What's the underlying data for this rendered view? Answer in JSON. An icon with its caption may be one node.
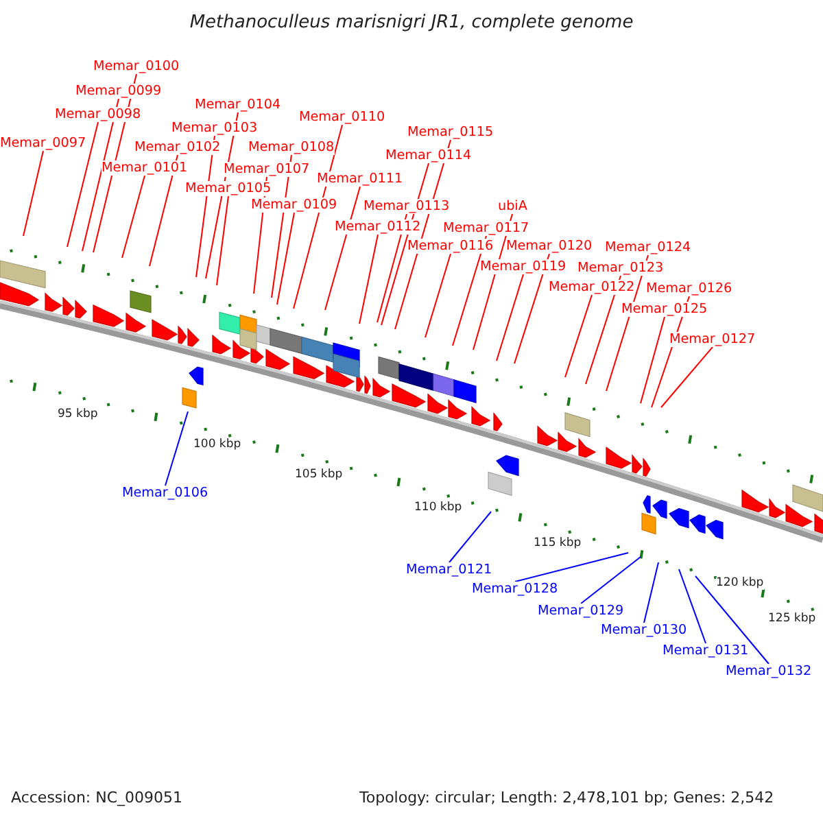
{
  "diagram": {
    "title": "Methanoculleus marisnigri JR1, complete genome",
    "nodes": [
      {
        "text": [
          "Memar_0097"
        ]
      },
      {
        "text": [
          "Memar_0098"
        ]
      },
      {
        "text": [
          "Memar_0099"
        ]
      },
      {
        "text": [
          "Memar_0100"
        ]
      },
      {
        "text": [
          "Memar_0101"
        ]
      },
      {
        "text": [
          "Memar_0102"
        ]
      },
      {
        "text": [
          "Memar_0103"
        ]
      },
      {
        "text": [
          "Memar_0104"
        ]
      },
      {
        "text": [
          "Memar_0105"
        ]
      },
      {
        "text": [
          "Memar_0106"
        ]
      },
      {
        "text": [
          "Memar_0107"
        ]
      },
      {
        "text": [
          "Memar_0108"
        ]
      },
      {
        "text": [
          "Memar_0109"
        ]
      },
      {
        "text": [
          "Memar_0110"
        ]
      },
      {
        "text": [
          "Memar_0111"
        ]
      },
      {
        "text": [
          "Memar_0112"
        ]
      },
      {
        "text": [
          "Memar_0113"
        ]
      },
      {
        "text": [
          "Memar_0114"
        ]
      },
      {
        "text": [
          "Memar_0115"
        ]
      },
      {
        "text": [
          "Memar_0116"
        ]
      },
      {
        "text": [
          "Memar_0117"
        ]
      },
      {
        "text": [
          "ubiA"
        ]
      },
      {
        "text": [
          "Memar_0119"
        ]
      },
      {
        "text": [
          "Memar_0120"
        ]
      },
      {
        "text": [
          "Memar_0121"
        ]
      },
      {
        "text": [
          "Memar_0122"
        ]
      },
      {
        "text": [
          "Memar_0123"
        ]
      },
      {
        "text": [
          "Memar_0124"
        ]
      },
      {
        "text": [
          "Memar_0125"
        ]
      },
      {
        "text": [
          "Memar_0126"
        ]
      },
      {
        "text": [
          "Memar_0127"
        ]
      },
      {
        "text": [
          "Memar_0128"
        ]
      },
      {
        "text": [
          "Memar_0129"
        ]
      },
      {
        "text": [
          "Memar_0130"
        ]
      },
      {
        "text": [
          "Memar_0131"
        ]
      },
      {
        "text": [
          "Memar_0132"
        ]
      }
    ],
    "edges": [
      {
        "from": 0,
        "to": null,
        "arrow": "none"
      },
      {
        "from": 1,
        "to": null,
        "arrow": "none"
      },
      {
        "from": 2,
        "to": null,
        "arrow": "none"
      },
      {
        "from": 3,
        "to": null,
        "arrow": "none"
      },
      {
        "from": 4,
        "to": null,
        "arrow": "none"
      },
      {
        "from": 5,
        "to": null,
        "arrow": "none"
      },
      {
        "from": 6,
        "to": null,
        "arrow": "none"
      },
      {
        "from": 7,
        "to": null,
        "arrow": "none"
      },
      {
        "from": 8,
        "to": null,
        "arrow": "none"
      },
      {
        "from": 9,
        "to": null,
        "arrow": "none",
        "color": "#0000ff"
      },
      {
        "from": 10,
        "to": null,
        "arrow": "none"
      },
      {
        "from": 11,
        "to": null,
        "arrow": "none"
      },
      {
        "from": 12,
        "to": null,
        "arrow": "none"
      },
      {
        "from": 13,
        "to": null,
        "arrow": "none"
      },
      {
        "from": 14,
        "to": null,
        "arrow": "none"
      },
      {
        "from": 15,
        "to": null,
        "arrow": "none"
      },
      {
        "from": 16,
        "to": null,
        "arrow": "none"
      },
      {
        "from": 17,
        "to": null,
        "arrow": "none"
      },
      {
        "from": 18,
        "to": null,
        "arrow": "none"
      },
      {
        "from": 19,
        "to": null,
        "arrow": "none"
      },
      {
        "from": 20,
        "to": null,
        "arrow": "none"
      },
      {
        "from": 21,
        "to": null,
        "arrow": "none"
      },
      {
        "from": 22,
        "to": null,
        "arrow": "none"
      },
      {
        "from": 23,
        "to": null,
        "arrow": "none"
      },
      {
        "from": 24,
        "to": null,
        "arrow": "none",
        "color": "#0000ff"
      },
      {
        "from": 25,
        "to": null,
        "arrow": "none"
      },
      {
        "from": 26,
        "to": null,
        "arrow": "none"
      },
      {
        "from": 27,
        "to": null,
        "arrow": "none"
      },
      {
        "from": 28,
        "to": null,
        "arrow": "none"
      },
      {
        "from": 29,
        "to": null,
        "arrow": "none"
      },
      {
        "from": 30,
        "to": null,
        "arrow": "none"
      },
      {
        "from": 31,
        "to": null,
        "arrow": "none",
        "color": "#0000ff"
      },
      {
        "from": 32,
        "to": null,
        "arrow": "none",
        "color": "#0000ff"
      },
      {
        "from": 33,
        "to": null,
        "arrow": "none",
        "color": "#0000ff"
      },
      {
        "from": 34,
        "to": null,
        "arrow": "none",
        "color": "#0000ff"
      },
      {
        "from": 35,
        "to": null,
        "arrow": "none",
        "color": "#0000ff"
      }
    ],
    "labels": [
      "95 kbp",
      "100 kbp",
      "105 kbp",
      "110 kbp",
      "115 kbp",
      "120 kbp",
      "125 kbp",
      "Accession: NC_009051",
      "Topology: circular; Length: 2,478,101 bp; Genes: 2,542"
    ]
  }
}
